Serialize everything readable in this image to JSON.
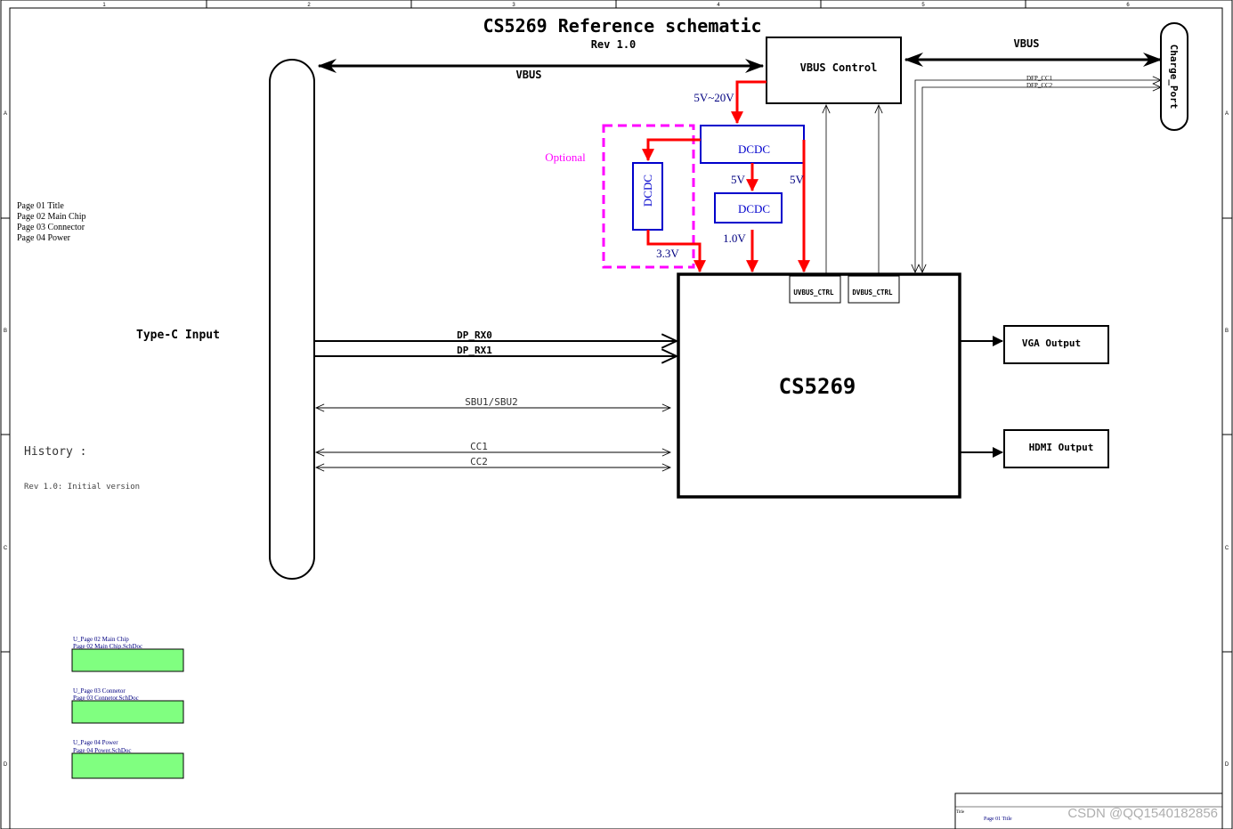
{
  "title": "CS5269 Reference schematic",
  "revision": "Rev 1.0",
  "frame": {
    "columns": [
      "1",
      "2",
      "3",
      "4",
      "5",
      "6"
    ],
    "rows": [
      "A",
      "B",
      "C",
      "D"
    ]
  },
  "page_index": [
    "Page 01 Title",
    "Page 02 Main Chip",
    "Page 03 Connector",
    "Page 04 Power"
  ],
  "history": {
    "heading": "History :",
    "entry": "Rev 1.0: Initial version"
  },
  "blocks": {
    "type_c_input": "Type-C Input",
    "vbus_control": "VBUS Control",
    "charge_port": "Charge_Port",
    "main_chip": "CS5269",
    "dcdc_main": "DCDC",
    "dcdc_second": "DCDC",
    "dcdc_optional": "DCDC",
    "optional_label": "Optional",
    "vga_output": "VGA Output",
    "hdmi_output": "HDMI Output",
    "uvbus_ctrl": "UVBUS_CTRL",
    "dvbus_ctrl": "DVBUS_CTRL"
  },
  "signals": {
    "vbus_left": "VBUS",
    "vbus_right": "VBUS",
    "dfp_cc1": "DFP_CC1",
    "dfp_cc2": "DFP_CC2",
    "dp_rx0": "DP_RX0",
    "dp_rx1": "DP_RX1",
    "sbu": "SBU1/SBU2",
    "cc1": "CC1",
    "cc2": "CC2"
  },
  "power_rails": {
    "input_range": "5V~20V",
    "rail_5v_a": "5V",
    "rail_5v_b": "5V",
    "rail_1v0": "1.0V",
    "rail_3v3": "3.3V"
  },
  "sheets": [
    {
      "designator": "U_Page 02 Main Chip",
      "file": "Page 02 Main Chip.SchDoc"
    },
    {
      "designator": "U_Page 03 Connetor",
      "file": "Page 03 Connetor.SchDoc"
    },
    {
      "designator": "U_Page 04 Power",
      "file": "Page 04 Power.SchDoc"
    }
  ],
  "title_block": {
    "label": "Title",
    "value": "Page 01 Title"
  },
  "watermark": "CSDN @QQ1540182856",
  "colors": {
    "power_path": "#ff0000",
    "dcdc_box": "#0000cc",
    "optional": "#ff00ff",
    "sheet_fill": "#80ff80",
    "sheet_text": "#000080"
  }
}
